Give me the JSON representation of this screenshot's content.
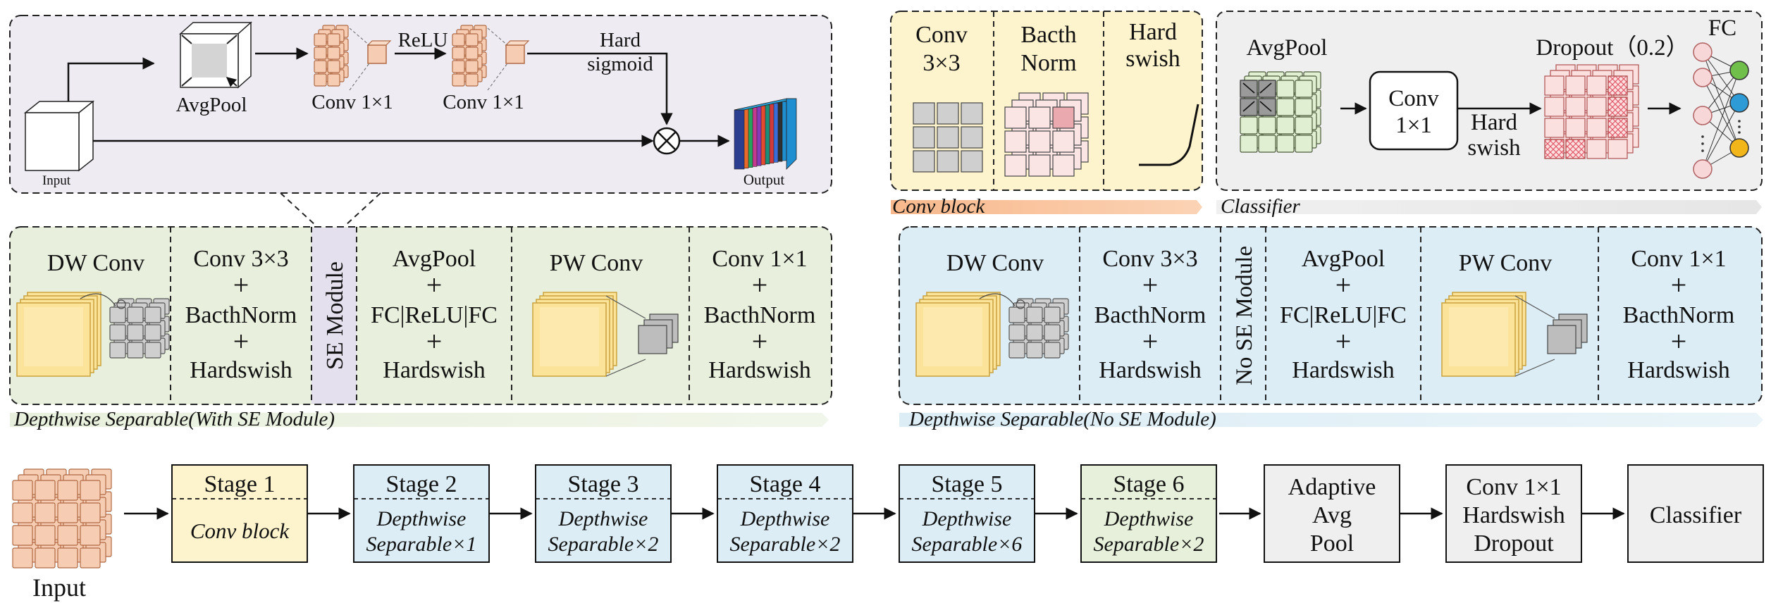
{
  "se_module": {
    "input": "Input",
    "avgpool": "AvgPool",
    "conv1": "Conv 1×1",
    "relu": "ReLU",
    "conv2": "Conv 1×1",
    "hard_line1": "Hard",
    "hard_line2": "sigmoid",
    "output": "Output"
  },
  "ds_se": {
    "caption": "Depthwise Separable(With SE Module)",
    "dw_conv": "DW Conv",
    "col2": [
      "Conv 3×3",
      "+",
      "BacthNorm",
      "+",
      "Hardswish"
    ],
    "se_module": "SE Module",
    "col4": [
      "AvgPool",
      "+",
      "FC|ReLU|FC",
      "+",
      "Hardswish"
    ],
    "pw_conv": "PW Conv",
    "col6": [
      "Conv 1×1",
      "+",
      "BacthNorm",
      "+",
      "Hardswish"
    ]
  },
  "conv_block": {
    "caption": "Conv block",
    "conv": [
      "Conv",
      "3×3"
    ],
    "bn": [
      "Bacth",
      "Norm"
    ],
    "hs": [
      "Hard",
      "swish"
    ]
  },
  "classifier": {
    "caption": "Classifier",
    "avgpool": "AvgPool",
    "conv": [
      "Conv",
      "1×1"
    ],
    "hs": [
      "Hard",
      "swish"
    ],
    "dropout": "Dropout（0.2）",
    "fc": "FC"
  },
  "ds_nose": {
    "caption": "Depthwise Separable(No SE Module)",
    "dw_conv": "DW Conv",
    "col2": [
      "Conv 3×3",
      "+",
      "BacthNorm",
      "+",
      "Hardswish"
    ],
    "no_se": "No SE Module",
    "col4": [
      "AvgPool",
      "+",
      "FC|ReLU|FC",
      "+",
      "Hardswish"
    ],
    "pw_conv": "PW Conv",
    "col6": [
      "Conv 1×1",
      "+",
      "BacthNorm",
      "+",
      "Hardswish"
    ]
  },
  "pipeline": {
    "input": "Input",
    "stages": [
      {
        "title": "Stage 1",
        "lines": [
          "Conv block"
        ],
        "color": "#fdf3cc"
      },
      {
        "title": "Stage 2",
        "lines": [
          "Depthwise",
          "Separable×1"
        ],
        "color": "#dcedf5"
      },
      {
        "title": "Stage 3",
        "lines": [
          "Depthwise",
          "Separable×2"
        ],
        "color": "#dcedf5"
      },
      {
        "title": "Stage 4",
        "lines": [
          "Depthwise",
          "Separable×2"
        ],
        "color": "#dcedf5"
      },
      {
        "title": "Stage 5",
        "lines": [
          "Depthwise",
          "Separable×6"
        ],
        "color": "#dcedf5"
      },
      {
        "title": "Stage 6",
        "lines": [
          "Depthwise",
          "Separable×2"
        ],
        "color": "#e6f0da"
      }
    ],
    "adaptive": [
      "Adaptive",
      "Avg",
      "Pool"
    ],
    "conv_hs": [
      "Conv 1×1",
      "Hardswish",
      "Dropout"
    ],
    "classifier": "Classifier"
  },
  "colors": {
    "se_panel": "#eeebf3",
    "green_panel": "#e8f0dd",
    "blue_panel": "#dcedf5",
    "yellow_panel": "#fdf3cc",
    "gray_panel": "#efefef",
    "cube_pink": "#f6cdb3",
    "cube_yellow": "#fbe39a",
    "se_band": "#e5e0ee",
    "orange_bar": "#f8b88c"
  }
}
